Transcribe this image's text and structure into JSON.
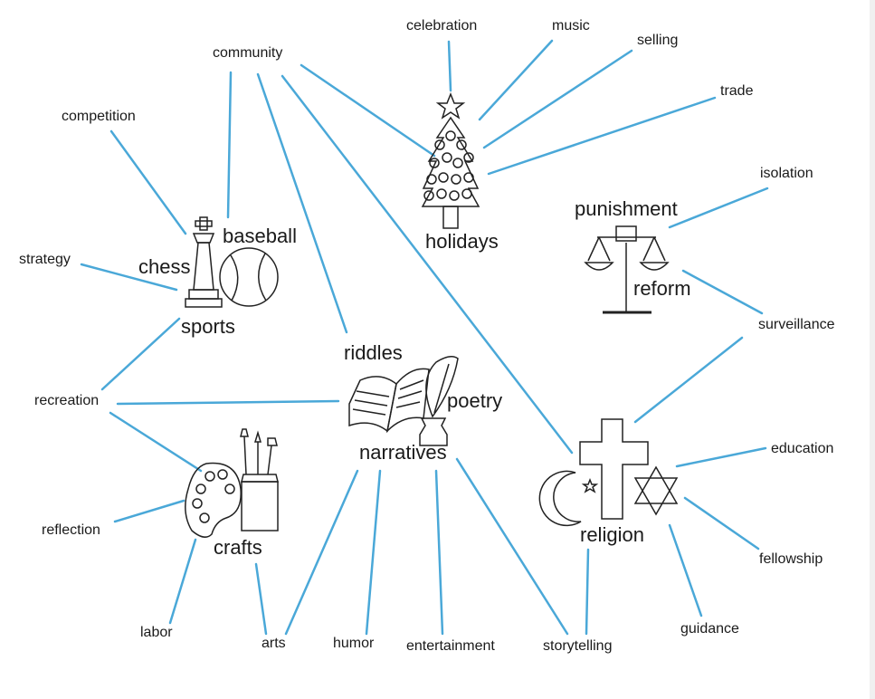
{
  "diagram": {
    "hubs": {
      "holidays": "holidays",
      "punishment": "punishment",
      "reform": "reform",
      "chess": "chess",
      "baseball": "baseball",
      "sports": "sports",
      "riddles": "riddles",
      "poetry": "poetry",
      "narratives": "narratives",
      "crafts": "crafts",
      "religion": "religion"
    },
    "keywords": {
      "celebration": "celebration",
      "music": "music",
      "selling": "selling",
      "trade": "trade",
      "community": "community",
      "competition": "competition",
      "isolation": "isolation",
      "strategy": "strategy",
      "surveillance": "surveillance",
      "recreation": "recreation",
      "education": "education",
      "reflection": "reflection",
      "fellowship": "fellowship",
      "labor": "labor",
      "arts": "arts",
      "humor": "humor",
      "entertainment": "entertainment",
      "storytelling": "storytelling",
      "guidance": "guidance"
    },
    "line_color": "#4aa8d8"
  }
}
